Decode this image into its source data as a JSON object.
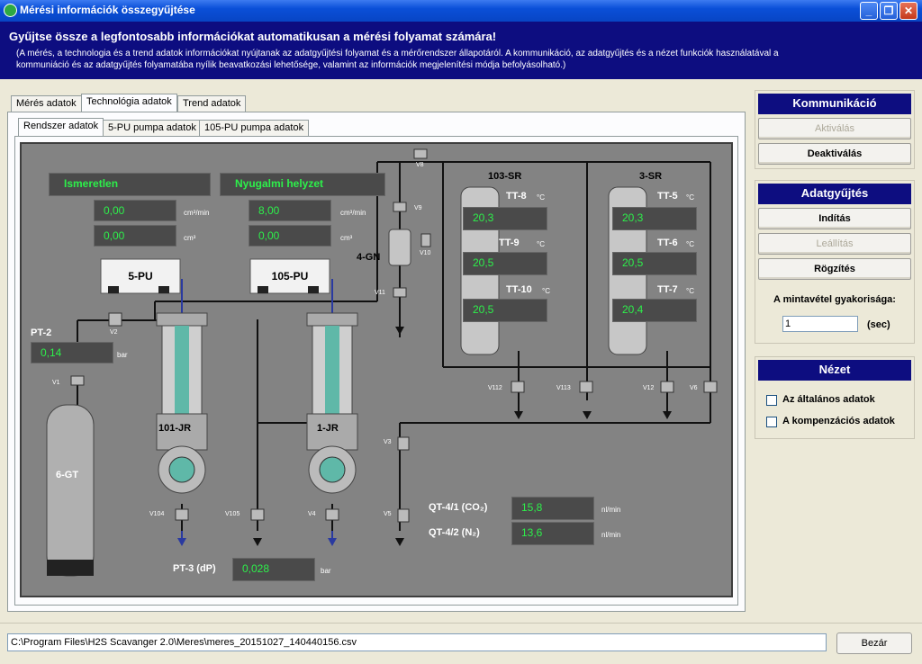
{
  "window": {
    "title": "Mérési információk összegyűjtése"
  },
  "header": {
    "title": "Gyűjtse össze a legfontosabb információkat automatikusan a mérési folyamat számára!",
    "description": "(A mérés, a technologia és a trend adatok információkat nyújtanak az adatgyűjtési folyamat és a mérőrendszer állapotáról. A kommunikáció, az adatgyűjtés és a nézet funkciók használatával a kommuniáció és az adatgyűjtés folyamatába nyílik beavatkozási lehetősége, valamint az információk megjelenítési módja befolyásolható.)"
  },
  "tabs": {
    "main": [
      "Mérés adatok",
      "Technológia adatok",
      "Trend adatok"
    ],
    "sub": [
      "Rendszer adatok",
      "5-PU pumpa adatok",
      "105-PU pumpa adatok"
    ]
  },
  "diagram": {
    "status_left": "Ismeretlen",
    "status_right": "Nyugalmi helyzet",
    "flow_left": "0,00",
    "vol_left": "0,00",
    "flow_right": "8,00",
    "vol_right": "0,00",
    "unit_flow": "cm³/min",
    "unit_vol": "cm³",
    "pump1": "5-PU",
    "pump2": "105-PU",
    "pt2_label": "PT-2",
    "pt2_value": "0,14",
    "bar": "bar",
    "tank": "6-GT",
    "cyl1": "101-JR",
    "cyl2": "1-JR",
    "gn": "4-GN",
    "sr1": "103-SR",
    "sr2": "3-SR",
    "tt": [
      {
        "label": "TT-8",
        "value": "20,3"
      },
      {
        "label": "TT-9",
        "value": "20,5"
      },
      {
        "label": "TT-10",
        "value": "20,5"
      },
      {
        "label": "TT-5",
        "value": "20,3"
      },
      {
        "label": "TT-6",
        "value": "20,5"
      },
      {
        "label": "TT-7",
        "value": "20,4"
      }
    ],
    "degc": "°C",
    "qt1_label": "QT-4/1 (CO₂)",
    "qt1_value": "15,8",
    "qt2_label": "QT-4/2 (N₂)",
    "qt2_value": "13,6",
    "nlmin": "nl/min",
    "pt3_label": "PT-3 (dP)",
    "pt3_value": "0,028",
    "valves": [
      "V8",
      "V9",
      "V10",
      "V11",
      "V2",
      "V1",
      "V104",
      "V105",
      "V4",
      "V3",
      "V5",
      "V112",
      "V113",
      "V12",
      "V6"
    ]
  },
  "komm": {
    "title": "Kommunikáció",
    "activate": "Aktiválás",
    "deactivate": "Deaktiválás"
  },
  "adat": {
    "title": "Adatgyűjtés",
    "start": "Indítás",
    "stop": "Leállítás",
    "record": "Rögzítés",
    "freq_label": "A mintavétel gyakorisága:",
    "freq_value": "1",
    "sec": "(sec)"
  },
  "nezet": {
    "title": "Nézet",
    "opt1": "Az általános adatok",
    "opt2": "A kompenzációs adatok"
  },
  "footer": {
    "path": "C:\\Program Files\\H2S Scavanger 2.0\\Meres\\meres_20151027_140440156.csv",
    "close": "Bezár"
  }
}
